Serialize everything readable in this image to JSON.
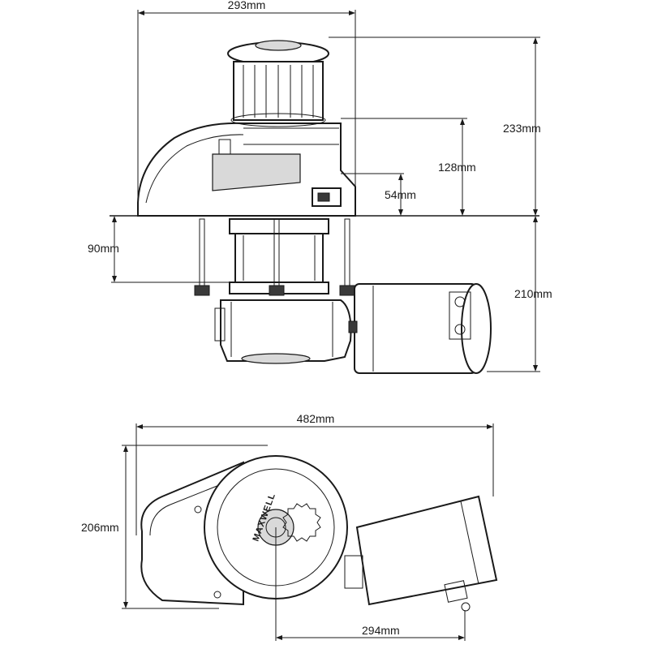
{
  "dimensions": {
    "side_width": "293mm",
    "overall_height_above_deck": "233mm",
    "gypsy_height": "128mm",
    "cover_height": "54mm",
    "below_deck_shaft": "90mm",
    "below_deck_motor": "210mm",
    "top_length": "482mm",
    "top_width": "206mm",
    "motor_offset": "294mm"
  },
  "brand_text": "MAXWELL"
}
